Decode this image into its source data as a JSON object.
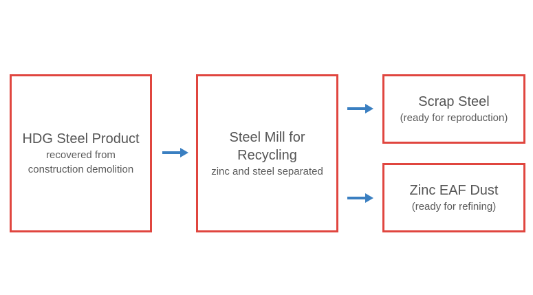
{
  "colors": {
    "box_border": "#e0463f",
    "arrow": "#3a7fc1",
    "text": "#555555"
  },
  "nodes": {
    "hdg": {
      "title": "HDG Steel Product",
      "subtitle": "recovered from construction demolition"
    },
    "mill": {
      "title": "Steel Mill for Recycling",
      "subtitle": "zinc and steel separated"
    },
    "scrap": {
      "title": "Scrap Steel",
      "subtitle": "(ready for reproduction)"
    },
    "zinc": {
      "title": "Zinc EAF Dust",
      "subtitle": "(ready for refining)"
    }
  },
  "edges": [
    {
      "from": "hdg",
      "to": "mill"
    },
    {
      "from": "mill",
      "to": "scrap"
    },
    {
      "from": "mill",
      "to": "zinc"
    }
  ]
}
